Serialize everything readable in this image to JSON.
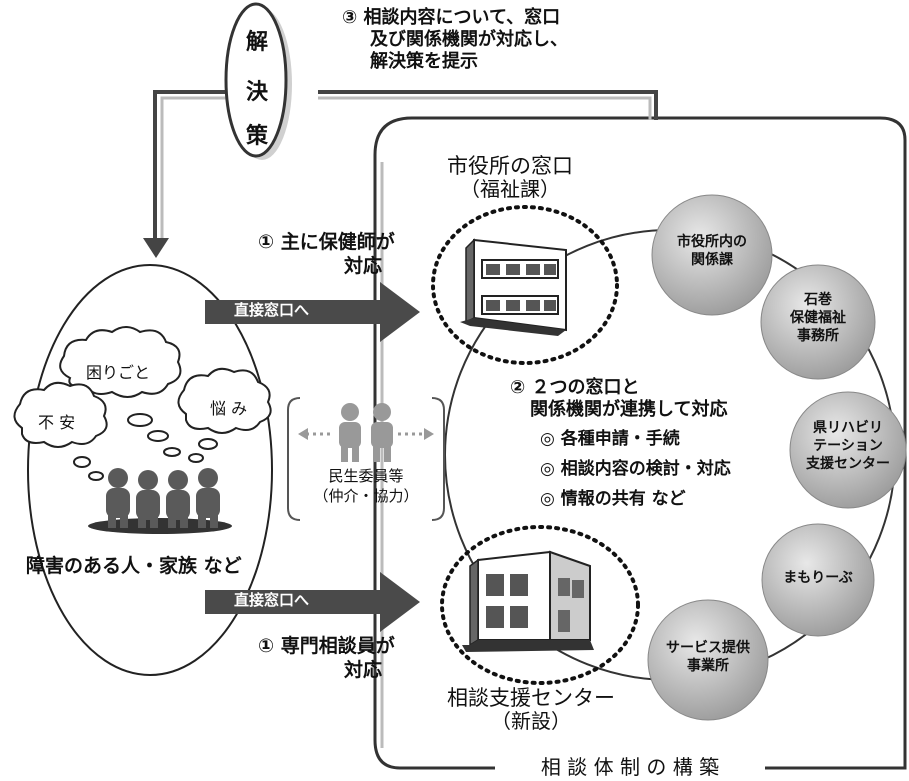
{
  "solution": {
    "chars": [
      "解",
      "決",
      "策"
    ]
  },
  "step3": {
    "line1": "③ 相談内容について、窓口",
    "line2": "及び関係機関が対応し、",
    "line3": "解決策を提示"
  },
  "city_office": {
    "title": "市役所の窓口",
    "sub": "（福祉課）"
  },
  "step1_top": {
    "line1": "① 主に保健師が",
    "line2": "対応"
  },
  "arrow_label": "直接窓口へ",
  "step2": {
    "line1": "② ２つの窓口と",
    "line2": "関係機関が連携して対応",
    "items": [
      "◎ 各種申請・手続",
      "◎ 相談内容の検討・対応",
      "◎ 情報の共有 など"
    ]
  },
  "clouds": {
    "c1": "困りごと",
    "c2": "不 安",
    "c3": "悩 み"
  },
  "persons_label": "障害のある人・家族 など",
  "minsei": {
    "line1": "民生委員等",
    "line2": "（仲介・協力）"
  },
  "step1_bottom": {
    "line1": "① 専門相談員が",
    "line2": "対応"
  },
  "consult_center": {
    "title": "相談支援センター",
    "sub": "（新設）"
  },
  "agencies": [
    {
      "lines": [
        "市役所内の",
        "関係課"
      ]
    },
    {
      "lines": [
        "石巻",
        "保健福祉",
        "事務所"
      ]
    },
    {
      "lines": [
        "県リハビリ",
        "テーション",
        "支援センター"
      ]
    },
    {
      "lines": [
        "まもりーぶ"
      ]
    },
    {
      "lines": [
        "サービス提供",
        "事業所"
      ]
    }
  ],
  "footer": "相 談 体 制 の 構 築"
}
